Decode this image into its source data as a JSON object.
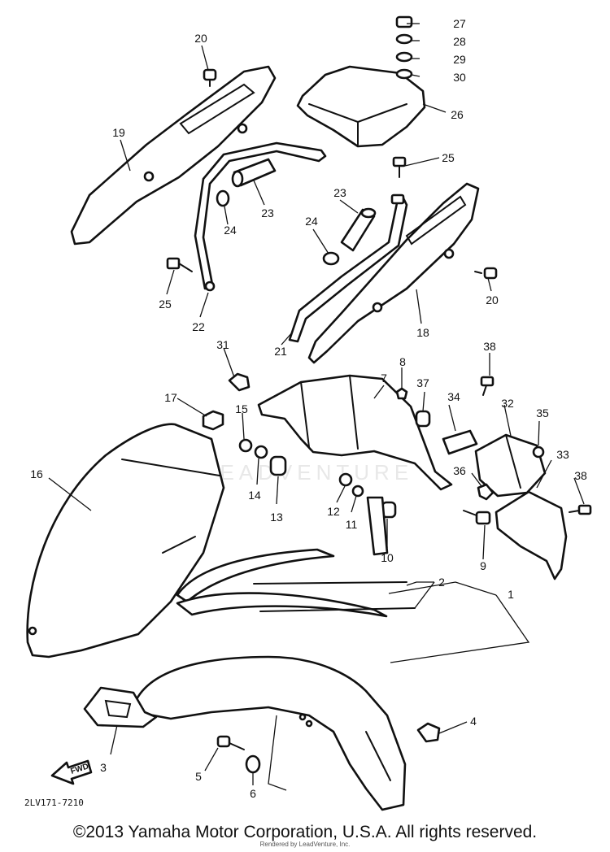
{
  "diagram": {
    "callouts": [
      "1",
      "2",
      "3",
      "4",
      "5",
      "6",
      "7",
      "8",
      "9",
      "10",
      "11",
      "12",
      "13",
      "14",
      "15",
      "16",
      "17",
      "18",
      "19",
      "20",
      "20",
      "21",
      "22",
      "23",
      "23",
      "24",
      "24",
      "25",
      "25",
      "26",
      "27",
      "28",
      "29",
      "30",
      "31",
      "32",
      "33",
      "34",
      "35",
      "36",
      "37",
      "38",
      "38"
    ],
    "drawing_code": "2LV171-7210",
    "fwd_label": "FWD",
    "watermark": "LEADVENTURE"
  },
  "footer": {
    "copyright": "©2013 Yamaha Motor Corporation, U.S.A. All rights reserved.",
    "rendered_by": "Rendered by LeadVenture, Inc."
  }
}
